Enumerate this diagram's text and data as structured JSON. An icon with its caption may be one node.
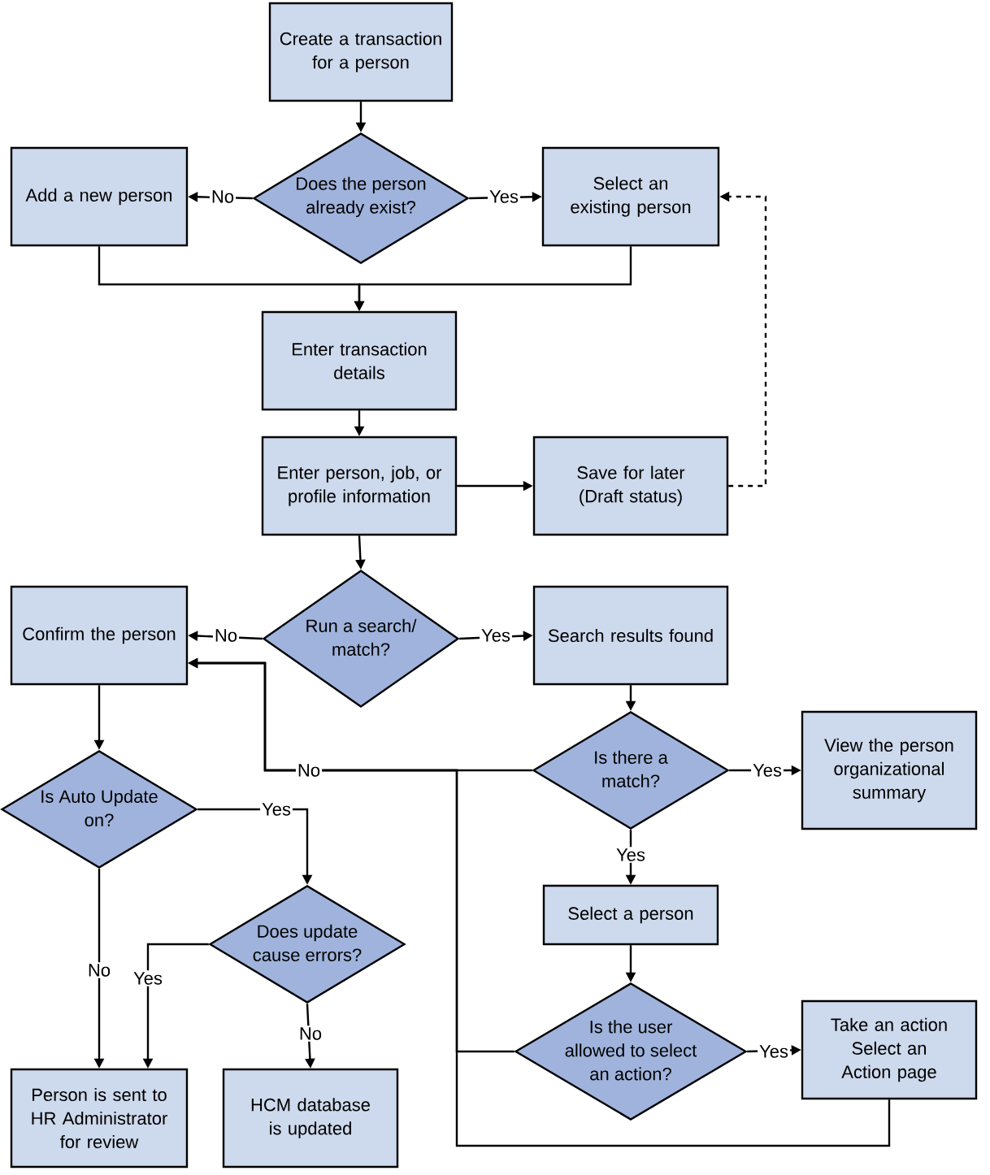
{
  "diagram": {
    "nodes": [
      {
        "text": [
          "Create a transaction for a person"
        ]
      },
      {
        "text": [
          "Does the person already exist?"
        ]
      },
      {
        "text": [
          "Add a new person"
        ]
      },
      {
        "text": [
          "Select an existing person"
        ]
      },
      {
        "text": [
          "Enter transaction details"
        ]
      },
      {
        "text": [
          "Enter person, job, or profile information"
        ]
      },
      {
        "text": [
          "Save for later (Draft status)"
        ]
      },
      {
        "text": [
          "Confirm the person"
        ]
      },
      {
        "text": [
          "Run a search/ match?"
        ]
      },
      {
        "text": [
          "Search results found"
        ]
      },
      {
        "text": [
          "Is there a match?"
        ]
      },
      {
        "text": [
          "View the person organizational summary"
        ]
      },
      {
        "text": [
          "Is Auto Update on?"
        ]
      },
      {
        "text": [
          "Select a person"
        ]
      },
      {
        "text": [
          "Does update cause errors?"
        ]
      },
      {
        "text": [
          "Is the user allowed to select an action?"
        ]
      },
      {
        "text": [
          "Take an action",
          "Select an Action page"
        ]
      },
      {
        "text": [
          "Person is sent to HR Administrator for review"
        ]
      },
      {
        "text": [
          "HCM database is updated"
        ]
      }
    ],
    "edges": [
      {
        "from": 0,
        "to": 1,
        "arrow": "to"
      },
      {
        "from": 1,
        "to": 2,
        "arrow": "to",
        "label": "No"
      },
      {
        "from": 1,
        "to": 3,
        "arrow": "to",
        "label": "Yes"
      },
      {
        "from": 2,
        "to": 4,
        "arrow": "to"
      },
      {
        "from": 3,
        "to": 4,
        "arrow": "to"
      },
      {
        "from": 4,
        "to": 5,
        "arrow": "to"
      },
      {
        "from": 5,
        "to": 6,
        "arrow": "to"
      },
      {
        "from": 6,
        "to": 3,
        "arrow": "to",
        "style": "dashed"
      },
      {
        "from": 5,
        "to": 8,
        "arrow": "to"
      },
      {
        "from": 8,
        "to": 7,
        "arrow": "to",
        "label": "No"
      },
      {
        "from": 8,
        "to": 9,
        "arrow": "to",
        "label": "Yes"
      },
      {
        "from": 9,
        "to": 10,
        "arrow": "to"
      },
      {
        "from": 10,
        "to": 11,
        "arrow": "to",
        "label": "Yes"
      },
      {
        "from": 10,
        "to": 13,
        "arrow": "to",
        "label": "Yes"
      },
      {
        "from": 10,
        "to": 7,
        "arrow": "to",
        "label": "No"
      },
      {
        "from": 13,
        "to": 15,
        "arrow": "to"
      },
      {
        "from": 15,
        "to": 16,
        "arrow": "to",
        "label": "Yes"
      },
      {
        "from": 15,
        "to": 7,
        "arrow": "to"
      },
      {
        "from": 16,
        "to": 7,
        "arrow": "to"
      },
      {
        "from": 7,
        "to": 12,
        "arrow": "to"
      },
      {
        "from": 12,
        "to": 14,
        "arrow": "to",
        "label": "Yes"
      },
      {
        "from": 12,
        "to": 17,
        "arrow": "to",
        "label": "No"
      },
      {
        "from": 14,
        "to": 17,
        "arrow": "to",
        "label": "Yes"
      },
      {
        "from": 14,
        "to": 18,
        "arrow": "to",
        "label": "No"
      }
    ]
  }
}
